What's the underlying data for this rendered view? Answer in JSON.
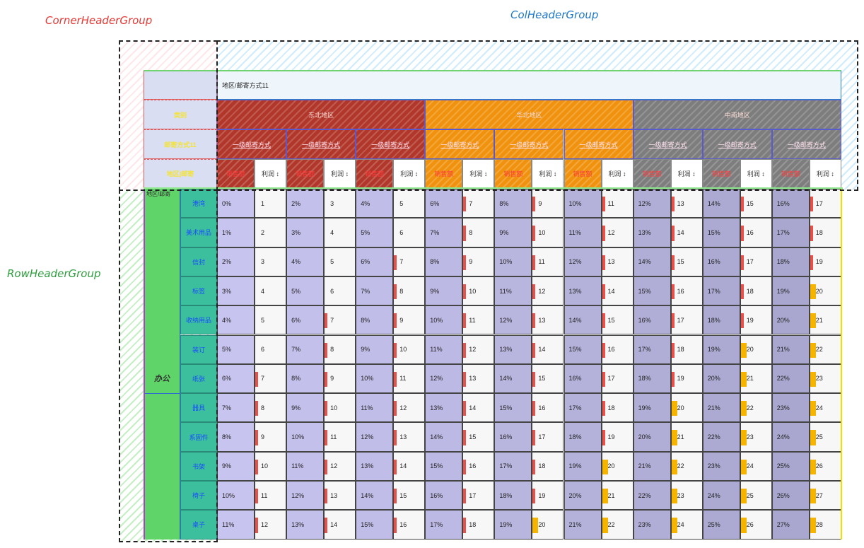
{
  "labels": {
    "corner": "CornerHeaderGroup",
    "col": "ColHeaderGroup",
    "row": "RowHeaderGroup"
  },
  "colors": {
    "corner_label": "#e53935",
    "col_label": "#1e78c8",
    "row_label": "#2e9e3e",
    "region_ne": "#b2372b",
    "region_nc": "#f0920e",
    "region_sc": "#7d7d7d",
    "data_pct_bg": [
      "#c8c4f0",
      "#c4c0ec",
      "#c0bde8",
      "#bcb9e4",
      "#b8b5de",
      "#b4b2da",
      "#b0aed6",
      "#acaad2",
      "#a9a7cf"
    ],
    "bar_red": "#e8504a",
    "bar_orange": "#f5b400",
    "row_bar_green": "#5fd468",
    "row_name_teal": "#3cbf9c"
  },
  "corner": {
    "rows": [
      "",
      "类别",
      "邮寄方式11",
      "地区|邮寄"
    ],
    "extra": "地区/邮寄"
  },
  "col_header": {
    "title": "地区/邮寄方式11",
    "regions": [
      "东北地区",
      "华北地区",
      "中南地区"
    ],
    "shipping": "一级邮寄方式",
    "metric_a": "销售额",
    "metric_b": "利润"
  },
  "row_header": {
    "corner_note": "地区/邮寄",
    "group": "办公",
    "items": [
      "港湾",
      "美术用品",
      "信封",
      "标签",
      "收纳用品",
      "装订",
      "纸张",
      "器具",
      "系固件",
      "书架",
      "椅子",
      "桌子"
    ]
  },
  "table": {
    "pct": [
      [
        "0%",
        "2%",
        "4%",
        "6%",
        "8%",
        "10%",
        "12%",
        "14%",
        "16%"
      ],
      [
        "1%",
        "3%",
        "5%",
        "7%",
        "9%",
        "11%",
        "13%",
        "15%",
        "17%"
      ],
      [
        "2%",
        "4%",
        "6%",
        "8%",
        "10%",
        "12%",
        "14%",
        "16%",
        "18%"
      ],
      [
        "3%",
        "5%",
        "7%",
        "9%",
        "11%",
        "13%",
        "15%",
        "17%",
        "19%"
      ],
      [
        "4%",
        "6%",
        "8%",
        "10%",
        "12%",
        "14%",
        "16%",
        "18%",
        "20%"
      ],
      [
        "5%",
        "7%",
        "9%",
        "11%",
        "13%",
        "15%",
        "17%",
        "19%",
        "21%"
      ],
      [
        "6%",
        "8%",
        "10%",
        "12%",
        "14%",
        "16%",
        "18%",
        "20%",
        "22%"
      ],
      [
        "7%",
        "9%",
        "11%",
        "13%",
        "15%",
        "17%",
        "19%",
        "21%",
        "23%"
      ],
      [
        "8%",
        "10%",
        "12%",
        "14%",
        "16%",
        "18%",
        "20%",
        "22%",
        "24%"
      ],
      [
        "9%",
        "11%",
        "13%",
        "15%",
        "17%",
        "19%",
        "21%",
        "23%",
        "25%"
      ],
      [
        "10%",
        "12%",
        "14%",
        "16%",
        "18%",
        "20%",
        "22%",
        "24%",
        "26%"
      ],
      [
        "11%",
        "13%",
        "15%",
        "17%",
        "19%",
        "21%",
        "23%",
        "25%",
        "27%"
      ]
    ],
    "num": [
      [
        "1",
        "3",
        "5",
        "7",
        "9",
        "11",
        "13",
        "15",
        "17"
      ],
      [
        "2",
        "4",
        "6",
        "8",
        "10",
        "12",
        "14",
        "16",
        "18"
      ],
      [
        "3",
        "5",
        "7",
        "9",
        "11",
        "13",
        "15",
        "17",
        "19"
      ],
      [
        "4",
        "6",
        "8",
        "10",
        "12",
        "14",
        "16",
        "18",
        "20"
      ],
      [
        "5",
        "7",
        "9",
        "11",
        "13",
        "15",
        "17",
        "19",
        "21"
      ],
      [
        "6",
        "8",
        "10",
        "12",
        "14",
        "16",
        "18",
        "20",
        "22"
      ],
      [
        "7",
        "9",
        "11",
        "13",
        "15",
        "17",
        "19",
        "21",
        "23"
      ],
      [
        "8",
        "10",
        "12",
        "14",
        "16",
        "18",
        "20",
        "22",
        "24"
      ],
      [
        "9",
        "11",
        "13",
        "15",
        "17",
        "19",
        "21",
        "23",
        "25"
      ],
      [
        "10",
        "12",
        "14",
        "16",
        "18",
        "20",
        "22",
        "24",
        "26"
      ],
      [
        "11",
        "13",
        "15",
        "17",
        "19",
        "21",
        "23",
        "25",
        "27"
      ],
      [
        "12",
        "14",
        "16",
        "18",
        "20",
        "22",
        "24",
        "26",
        "28"
      ]
    ]
  }
}
